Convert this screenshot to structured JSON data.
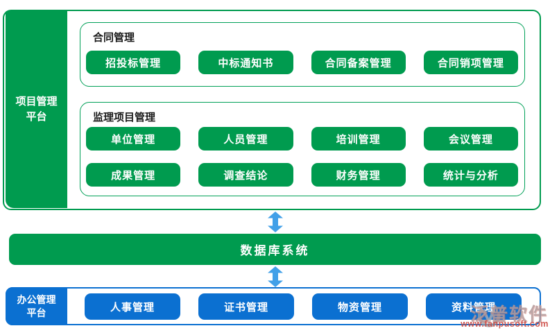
{
  "platform": {
    "sidebar": {
      "line1": "项目管理",
      "line2": "平台"
    },
    "groups": [
      {
        "title": "合同管理",
        "buttons": [
          "招投标管理",
          "中标通知书",
          "合同备案管理",
          "合同销项管理"
        ]
      },
      {
        "title": "监理项目管理",
        "buttons": [
          "单位管理",
          "人员管理",
          "培训管理",
          "会议管理",
          "成果管理",
          "调查结论",
          "财务管理",
          "统计与分析"
        ]
      }
    ]
  },
  "database": {
    "label": "数据库系统"
  },
  "office": {
    "sidebar": {
      "line1": "办公管理",
      "line2": "平台"
    },
    "buttons": [
      "人事管理",
      "证书管理",
      "物资管理",
      "资料管理"
    ]
  },
  "watermark": {
    "brand": "泛普软件",
    "url": "www.fanpusoft.com"
  },
  "colors": {
    "green": "#009B4F",
    "green_border": "#00A057",
    "blue": "#0B70D1",
    "arrow_blue": "#41A0E8"
  }
}
